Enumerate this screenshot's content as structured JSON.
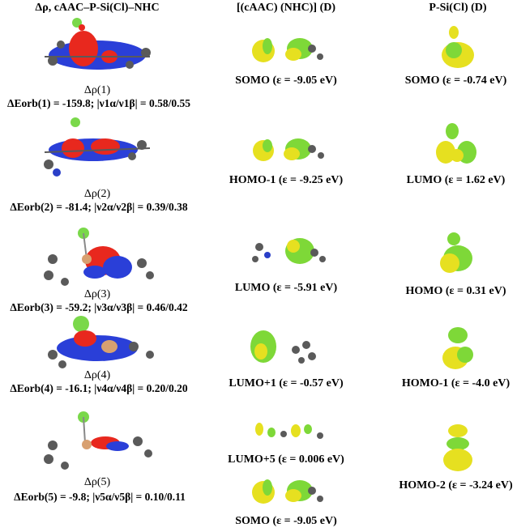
{
  "headers": {
    "col1": "Δρ, cAAC–P-Si(Cl)–NHC",
    "col2": "[(cAAC) (NHC)] (D)",
    "col3": "P-Si(Cl) (D)"
  },
  "rows": [
    {
      "drho": "Δρ(1)",
      "eorb": "ΔEorb(1) = -159.8; |ν1α/ν1β| = 0.58/0.55",
      "mid_label": "SOMO (ε = -9.05 eV)",
      "right_label": "SOMO (ε = -0.74 eV)"
    },
    {
      "drho": "Δρ(2)",
      "eorb": "ΔEorb(2) = -81.4;  |ν2α/ν2β| = 0.39/0.38",
      "mid_label": "HOMO-1 (ε = -9.25 eV)",
      "right_label": "LUMO (ε = 1.62 eV)"
    },
    {
      "drho": "Δρ(3)",
      "eorb": "ΔEorb(3) = -59.2;  |ν3α/ν3β| = 0.46/0.42",
      "mid_label": "LUMO (ε = -5.91 eV)",
      "right_label": "HOMO (ε = 0.31 eV)"
    },
    {
      "drho": "Δρ(4)",
      "eorb": "ΔEorb(4) = -16.1;  |ν4α/ν4β| = 0.20/0.20",
      "mid_label": "LUMO+1 (ε = -0.57 eV)",
      "right_label": "HOMO-1 (ε = -4.0 eV)"
    },
    {
      "drho": "Δρ(5)",
      "eorb": "ΔEorb(5) = -9.8;  |ν5α/ν5β| = 0.10/0.11",
      "mid_label": "LUMO+5 (ε = 0.006 eV)",
      "right_label": "HOMO-2 (ε = -3.24 eV)"
    }
  ],
  "extra_mid_label": "SOMO (ε = -9.05 eV)",
  "colors": {
    "red_lobe": "#e8281e",
    "blue_lobe": "#2a3fd8",
    "yellow_lobe": "#e6e020",
    "green_lobe": "#7ed838",
    "carbon": "#5a5a5a",
    "phosphorus": "#d8a070",
    "chlorine": "#7ad84a",
    "nitrogen": "#2a3fc8"
  }
}
